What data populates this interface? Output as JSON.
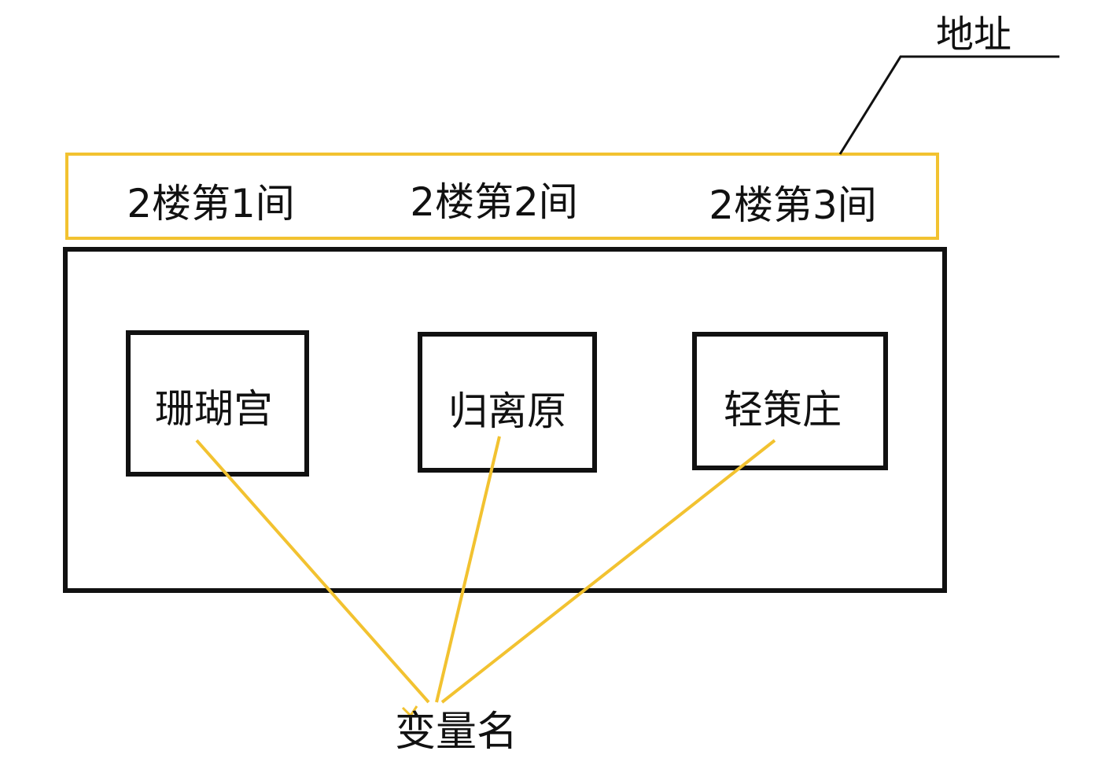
{
  "colors": {
    "yellow": "#F2C230",
    "black": "#111111"
  },
  "address_label": "地址",
  "addresses": [
    "2楼第1间",
    "2楼第2间",
    "2楼第3间"
  ],
  "variables": [
    "珊瑚宫",
    "归离原",
    "轻策庄"
  ],
  "variable_name_label": "变量名"
}
